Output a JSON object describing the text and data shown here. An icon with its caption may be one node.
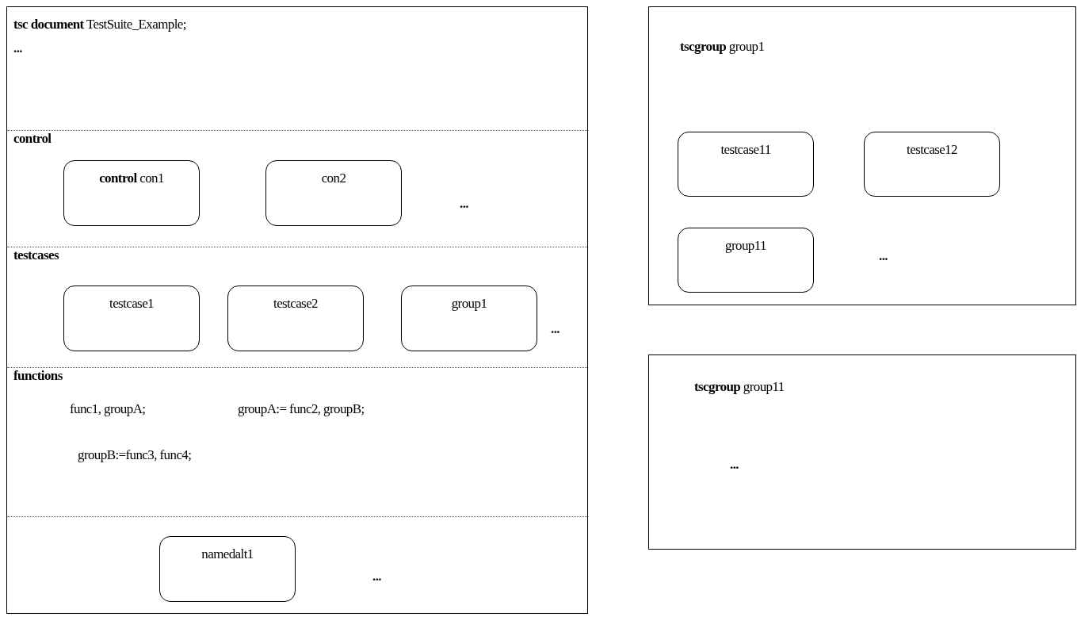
{
  "diagram": {
    "nodes": [
      {
        "text": [
          "**tsc document** TestSuite_Example;",
          "..."
        ]
      },
      {
        "text": [
          "control",
          "..."
        ],
        "in": 0
      },
      {
        "text": [
          "**control** con1"
        ],
        "in": 1
      },
      {
        "text": [
          "con2"
        ],
        "in": 1
      },
      {
        "text": [
          "testcases",
          "..."
        ],
        "in": 0
      },
      {
        "text": [
          "testcase1"
        ],
        "in": 4
      },
      {
        "text": [
          "testcase2"
        ],
        "in": 4
      },
      {
        "text": [
          "group1"
        ],
        "in": 4
      },
      {
        "text": [
          "functions",
          "func1, groupA;",
          "groupA:= func2, groupB;",
          "groupB:=func3, func4;"
        ],
        "in": 0
      },
      {
        "text": [
          "..."
        ],
        "in": 0
      },
      {
        "text": [
          "namedalt1"
        ],
        "in": 9
      },
      {
        "text": [
          "**tscgroup** group1",
          "..."
        ]
      },
      {
        "text": [
          "testcase11"
        ],
        "in": 11
      },
      {
        "text": [
          "testcase12"
        ],
        "in": 11
      },
      {
        "text": [
          "group11"
        ],
        "in": 11
      },
      {
        "text": [
          "**tscgroup** group11",
          "..."
        ]
      }
    ],
    "edges": []
  }
}
